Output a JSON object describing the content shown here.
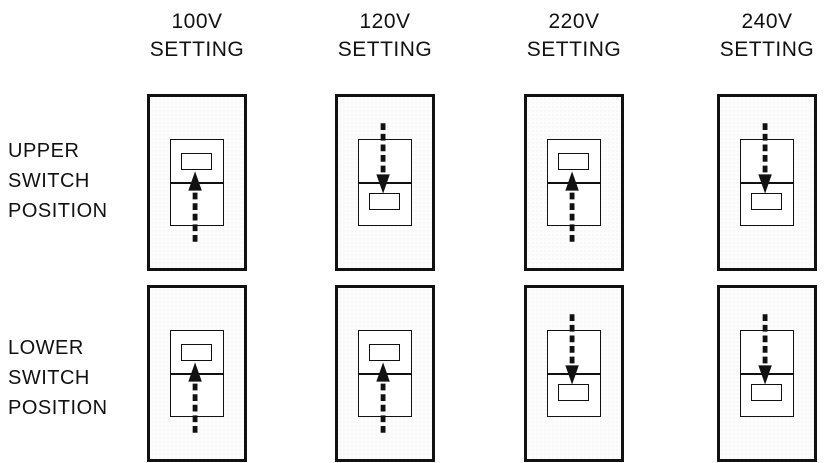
{
  "columns": [
    {
      "voltage": "100V",
      "label": "SETTING"
    },
    {
      "voltage": "120V",
      "label": "SETTING"
    },
    {
      "voltage": "220V",
      "label": "SETTING"
    },
    {
      "voltage": "240V",
      "label": "SETTING"
    }
  ],
  "rows": [
    {
      "line1": "UPPER",
      "line2": "SWITCH",
      "line3": "POSITION"
    },
    {
      "line1": "LOWER",
      "line2": "SWITCH",
      "line3": "POSITION"
    }
  ],
  "switch_states": {
    "upper": [
      "up",
      "down",
      "up",
      "down"
    ],
    "lower": [
      "up",
      "up",
      "down",
      "down"
    ]
  }
}
